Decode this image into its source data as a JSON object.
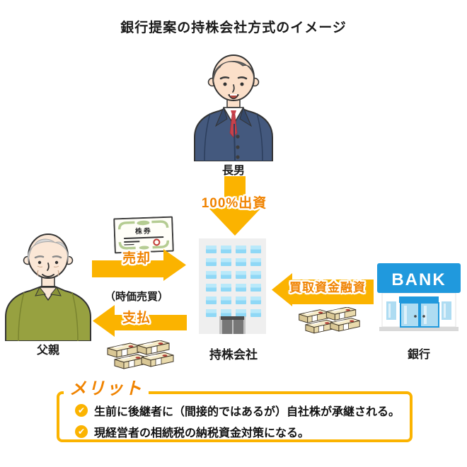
{
  "title": "銀行提案の持株会社方式のイメージ",
  "actors": {
    "son": {
      "label": "長男"
    },
    "father": {
      "label": "父親"
    },
    "holding_company": {
      "label": "持株会社"
    },
    "bank": {
      "label": "銀行",
      "sign": "BANK"
    }
  },
  "certificate": {
    "label": "株券"
  },
  "flows": {
    "invest": {
      "label": "100%出資",
      "direction": "down",
      "from": "長男",
      "to": "持株会社"
    },
    "sell": {
      "label": "売却",
      "direction": "right",
      "from": "父親",
      "to": "持株会社"
    },
    "market_note": "（時価売買）",
    "pay": {
      "label": "支払",
      "direction": "left",
      "from": "持株会社",
      "to": "父親"
    },
    "loan": {
      "label": "買取資金融資",
      "direction": "left",
      "from": "銀行",
      "to": "持株会社"
    }
  },
  "merit": {
    "title": "メリット",
    "items": [
      "生前に後継者に（間接的ではあるが）自社株が承継される。",
      "現経営者の相続税の納税資金対策になる。"
    ]
  },
  "colors": {
    "arrow_yellow": "#FBB300",
    "label_orange": "#F08300",
    "bank_blue": "#2099DD",
    "window_blue": "#A5E0F8",
    "money_tan": "#E9DAAC",
    "suit_navy": "#44597E",
    "sweater_olive": "#97A140",
    "certificate_green": "#B5CC92"
  }
}
